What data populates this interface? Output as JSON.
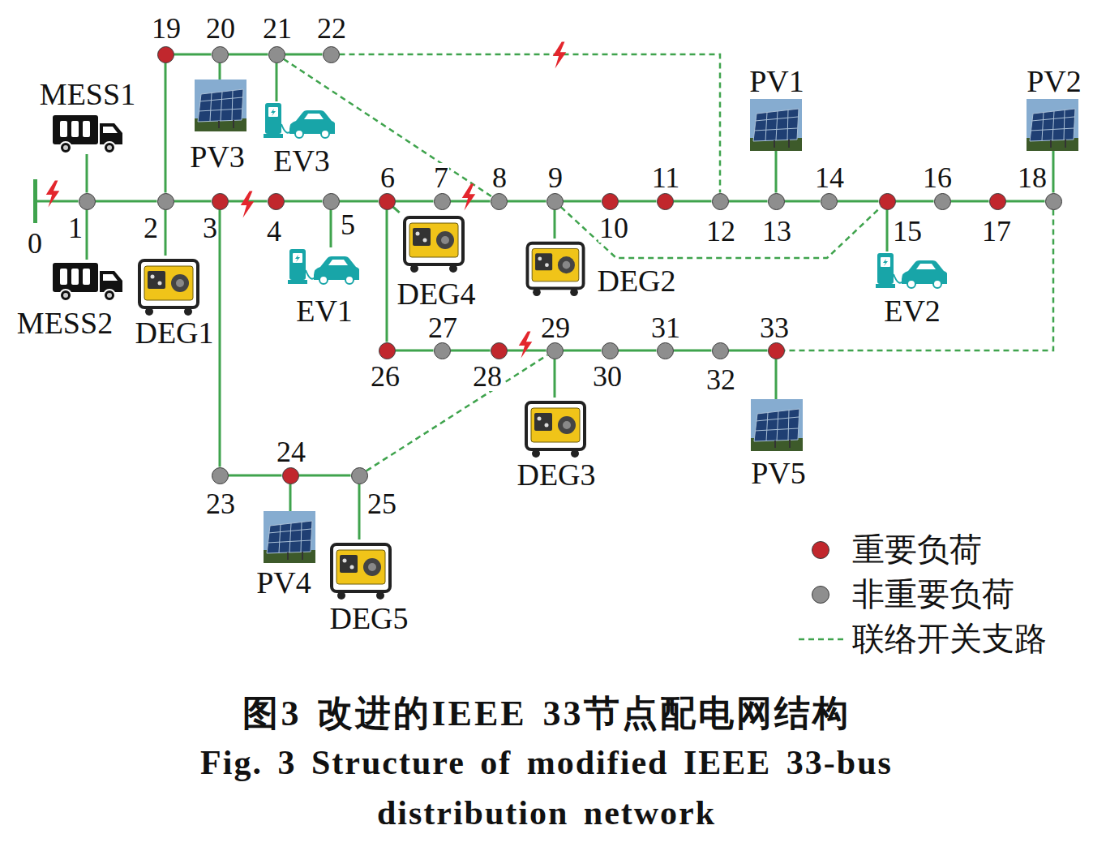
{
  "diagram": {
    "caption": "图3 改进的IEEE 33节点配电网结构",
    "nodes": [
      {
        "text": [
          "0"
        ]
      },
      {
        "text": [
          "1"
        ]
      },
      {
        "text": [
          "2"
        ]
      },
      {
        "text": [
          "3"
        ]
      },
      {
        "text": [
          "4"
        ]
      },
      {
        "text": [
          "5"
        ]
      },
      {
        "text": [
          "6"
        ]
      },
      {
        "text": [
          "7"
        ]
      },
      {
        "text": [
          "8"
        ]
      },
      {
        "text": [
          "9"
        ]
      },
      {
        "text": [
          "10"
        ]
      },
      {
        "text": [
          "11"
        ]
      },
      {
        "text": [
          "12"
        ]
      },
      {
        "text": [
          "13"
        ]
      },
      {
        "text": [
          "14"
        ]
      },
      {
        "text": [
          "15"
        ]
      },
      {
        "text": [
          "16"
        ]
      },
      {
        "text": [
          "17"
        ]
      },
      {
        "text": [
          "18"
        ]
      },
      {
        "text": [
          "19"
        ]
      },
      {
        "text": [
          "20"
        ]
      },
      {
        "text": [
          "21"
        ]
      },
      {
        "text": [
          "22"
        ]
      },
      {
        "text": [
          "23"
        ]
      },
      {
        "text": [
          "24"
        ]
      },
      {
        "text": [
          "25"
        ]
      },
      {
        "text": [
          "26"
        ]
      },
      {
        "text": [
          "27"
        ]
      },
      {
        "text": [
          "28"
        ]
      },
      {
        "text": [
          "29"
        ]
      },
      {
        "text": [
          "30"
        ]
      },
      {
        "text": [
          "31"
        ]
      },
      {
        "text": [
          "32"
        ]
      },
      {
        "text": [
          "33"
        ]
      },
      {
        "text": [
          "MESS1"
        ]
      },
      {
        "text": [
          "MESS2"
        ]
      },
      {
        "text": [
          "DEG1"
        ]
      },
      {
        "text": [
          "PV3"
        ]
      },
      {
        "text": [
          "EV3"
        ]
      },
      {
        "text": [
          "EV1"
        ]
      },
      {
        "text": [
          "DEG4"
        ]
      },
      {
        "text": [
          "DEG2"
        ]
      },
      {
        "text": [
          "PV1"
        ]
      },
      {
        "text": [
          "PV2"
        ]
      },
      {
        "text": [
          "EV2"
        ]
      },
      {
        "text": [
          "DEG3"
        ]
      },
      {
        "text": [
          "PV5"
        ]
      },
      {
        "text": [
          "PV4"
        ]
      },
      {
        "text": [
          "DEG5"
        ]
      }
    ],
    "edges": [
      {
        "from": 0,
        "to": 1,
        "arrow": "none"
      },
      {
        "from": 1,
        "to": 2,
        "arrow": "none"
      },
      {
        "from": 2,
        "to": 3,
        "arrow": "none"
      },
      {
        "from": 3,
        "to": 4,
        "arrow": "none"
      },
      {
        "from": 4,
        "to": 5,
        "arrow": "none"
      },
      {
        "from": 5,
        "to": 6,
        "arrow": "none"
      },
      {
        "from": 6,
        "to": 7,
        "arrow": "none"
      },
      {
        "from": 7,
        "to": 8,
        "arrow": "none"
      },
      {
        "from": 8,
        "to": 9,
        "arrow": "none"
      },
      {
        "from": 9,
        "to": 10,
        "arrow": "none"
      },
      {
        "from": 10,
        "to": 11,
        "arrow": "none"
      },
      {
        "from": 11,
        "to": 12,
        "arrow": "none"
      },
      {
        "from": 12,
        "to": 13,
        "arrow": "none"
      },
      {
        "from": 13,
        "to": 14,
        "arrow": "none"
      },
      {
        "from": 14,
        "to": 15,
        "arrow": "none"
      },
      {
        "from": 15,
        "to": 16,
        "arrow": "none"
      },
      {
        "from": 16,
        "to": 17,
        "arrow": "none"
      },
      {
        "from": 17,
        "to": 18,
        "arrow": "none"
      },
      {
        "from": 2,
        "to": 19,
        "arrow": "none"
      },
      {
        "from": 19,
        "to": 20,
        "arrow": "none"
      },
      {
        "from": 20,
        "to": 21,
        "arrow": "none"
      },
      {
        "from": 21,
        "to": 22,
        "arrow": "none"
      },
      {
        "from": 3,
        "to": 23,
        "arrow": "none"
      },
      {
        "from": 23,
        "to": 24,
        "arrow": "none"
      },
      {
        "from": 24,
        "to": 25,
        "arrow": "none"
      },
      {
        "from": 6,
        "to": 26,
        "arrow": "none"
      },
      {
        "from": 26,
        "to": 27,
        "arrow": "none"
      },
      {
        "from": 27,
        "to": 28,
        "arrow": "none"
      },
      {
        "from": 28,
        "to": 29,
        "arrow": "none"
      },
      {
        "from": 29,
        "to": 30,
        "arrow": "none"
      },
      {
        "from": 30,
        "to": 31,
        "arrow": "none"
      },
      {
        "from": 31,
        "to": 32,
        "arrow": "none"
      },
      {
        "from": 32,
        "to": 33,
        "arrow": "none"
      },
      {
        "from": 21,
        "to": 8,
        "arrow": "none"
      },
      {
        "from": 22,
        "to": 12,
        "arrow": "none"
      },
      {
        "from": 9,
        "to": 15,
        "arrow": "none"
      },
      {
        "from": 18,
        "to": 33,
        "arrow": "none"
      },
      {
        "from": 25,
        "to": 29,
        "arrow": "none"
      },
      {
        "from": 1,
        "to": 34,
        "arrow": "none"
      },
      {
        "from": 1,
        "to": 35,
        "arrow": "none"
      },
      {
        "from": 2,
        "to": 36,
        "arrow": "none"
      },
      {
        "from": 20,
        "to": 37,
        "arrow": "none"
      },
      {
        "from": 21,
        "to": 38,
        "arrow": "none"
      },
      {
        "from": 5,
        "to": 39,
        "arrow": "none"
      },
      {
        "from": 6,
        "to": 40,
        "arrow": "none"
      },
      {
        "from": 9,
        "to": 41,
        "arrow": "none"
      },
      {
        "from": 13,
        "to": 42,
        "arrow": "none"
      },
      {
        "from": 18,
        "to": 43,
        "arrow": "none"
      },
      {
        "from": 15,
        "to": 44,
        "arrow": "none"
      },
      {
        "from": 29,
        "to": 45,
        "arrow": "none"
      },
      {
        "from": 33,
        "to": 46,
        "arrow": "none"
      },
      {
        "from": 24,
        "to": 47,
        "arrow": "none"
      },
      {
        "from": 25,
        "to": 48,
        "arrow": "none"
      }
    ],
    "labels": [
      "Fig. 3 Structure of modified IEEE 33-bus distribution network"
    ],
    "legend": [
      {
        "text": "重要负荷",
        "color": "#c1272d"
      },
      {
        "text": "非重要负荷",
        "color": "#8e8e8e"
      },
      {
        "text": "联络开关支路"
      }
    ]
  }
}
